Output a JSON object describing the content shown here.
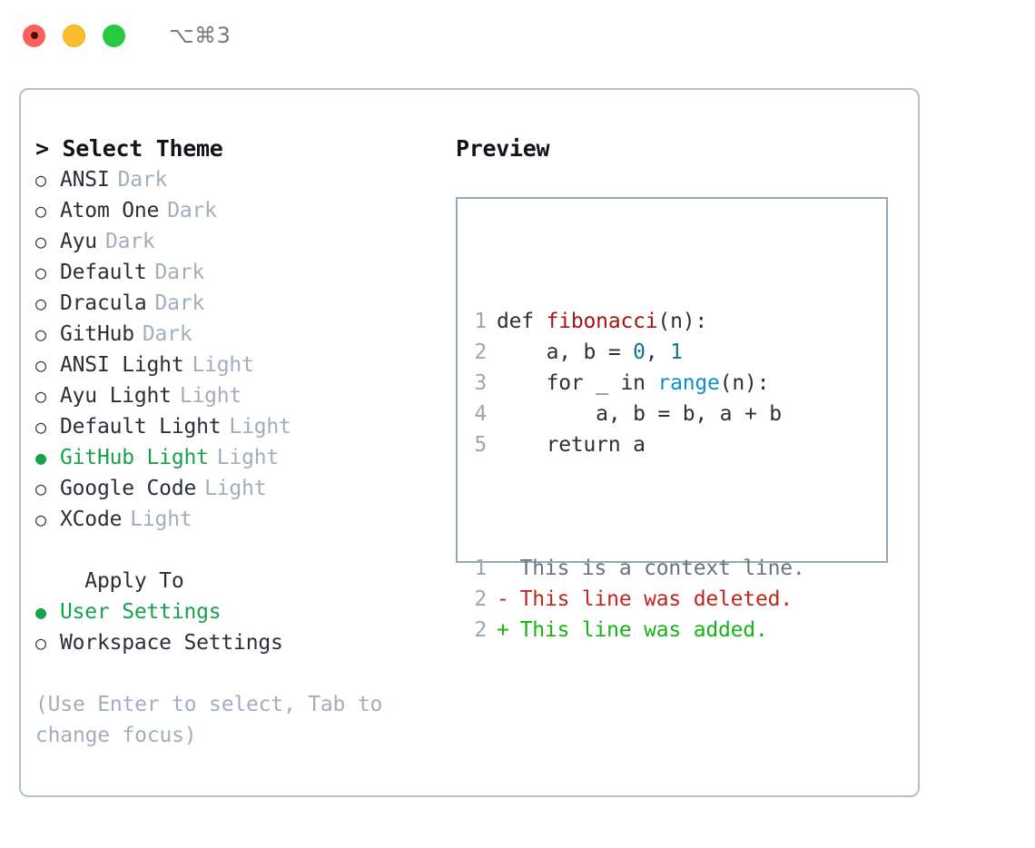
{
  "titlebar": {
    "shortcut": "⌥⌘3",
    "buttons": [
      "close",
      "minimize",
      "maximize"
    ]
  },
  "theme_picker": {
    "title": "> Select Theme",
    "bullet_selected": "●",
    "bullet_unselected": "○",
    "options": [
      {
        "name": "ANSI",
        "kind": "Dark",
        "selected": false
      },
      {
        "name": "Atom One",
        "kind": "Dark",
        "selected": false
      },
      {
        "name": "Ayu",
        "kind": "Dark",
        "selected": false
      },
      {
        "name": "Default",
        "kind": "Dark",
        "selected": false
      },
      {
        "name": "Dracula",
        "kind": "Dark",
        "selected": false
      },
      {
        "name": "GitHub",
        "kind": "Dark",
        "selected": false
      },
      {
        "name": "ANSI Light",
        "kind": "Light",
        "selected": false
      },
      {
        "name": "Ayu Light",
        "kind": "Light",
        "selected": false
      },
      {
        "name": "Default Light",
        "kind": "Light",
        "selected": false
      },
      {
        "name": "GitHub Light",
        "kind": "Light",
        "selected": true
      },
      {
        "name": "Google Code",
        "kind": "Light",
        "selected": false
      },
      {
        "name": "XCode",
        "kind": "Light",
        "selected": false
      }
    ]
  },
  "apply_to": {
    "title": "  Apply To",
    "options": [
      {
        "name": "User Settings",
        "selected": true
      },
      {
        "name": "Workspace Settings",
        "selected": false
      }
    ]
  },
  "hint": "(Use Enter to select, Tab to change focus)",
  "preview": {
    "title": "Preview",
    "code_lines": [
      {
        "num": "1",
        "tokens": [
          {
            "text": "def ",
            "cls": "tok-def"
          },
          {
            "text": "fibonacci",
            "cls": "tok-fn"
          },
          {
            "text": "(n):",
            "cls": "tok-plain"
          }
        ]
      },
      {
        "num": "2",
        "tokens": [
          {
            "text": "    a, b = ",
            "cls": "tok-plain"
          },
          {
            "text": "0",
            "cls": "tok-num"
          },
          {
            "text": ", ",
            "cls": "tok-plain"
          },
          {
            "text": "1",
            "cls": "tok-num"
          }
        ]
      },
      {
        "num": "3",
        "tokens": [
          {
            "text": "    for _ in ",
            "cls": "tok-plain"
          },
          {
            "text": "range",
            "cls": "tok-builtin"
          },
          {
            "text": "(n):",
            "cls": "tok-plain"
          }
        ]
      },
      {
        "num": "4",
        "tokens": [
          {
            "text": "        a, b = b, a + b",
            "cls": "tok-plain"
          }
        ]
      },
      {
        "num": "5",
        "tokens": [
          {
            "text": "    return a",
            "cls": "tok-plain"
          }
        ]
      }
    ],
    "diff_lines": [
      {
        "num": "1",
        "sign": " ",
        "text": "This is a context line.",
        "cls": "diff-ctx"
      },
      {
        "num": "2",
        "sign": "-",
        "text": "This line was deleted.",
        "cls": "diff-del"
      },
      {
        "num": "2",
        "sign": "+",
        "text": "This line was added.",
        "cls": "diff-add"
      }
    ]
  },
  "colors": {
    "accent_green": "#15a34a",
    "muted": "#a3aebd",
    "panel_border": "#b6bfcc",
    "preview_border": "#98a8b8",
    "diff_added": "#16b316",
    "diff_deleted": "#c0261c",
    "syntax_function": "#a31515",
    "syntax_number": "#0b7a80",
    "syntax_builtin": "#0d90c4"
  }
}
